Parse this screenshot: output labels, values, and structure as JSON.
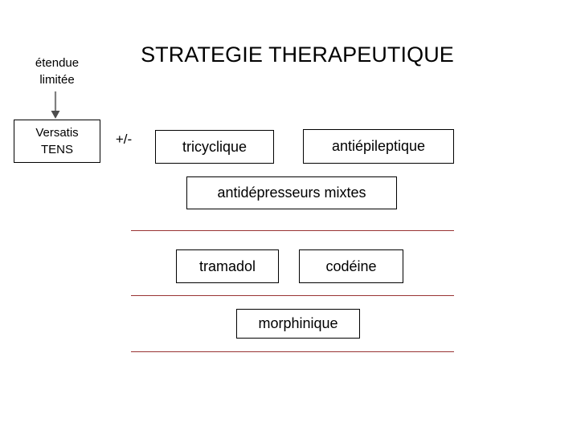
{
  "slide": {
    "title": "STRATEGIE THERAPEUTIQUE",
    "background_color": "#FFFFFF",
    "box_border_color": "#000000",
    "rule_color": "#993333",
    "arrow_color": "#808080"
  },
  "extent": {
    "label": "étendue\nlimitée",
    "line1": "étendue",
    "line2": "limitée",
    "arrow_icon": "arrow-down-icon"
  },
  "connector": {
    "plus_minus": "+/-"
  },
  "nodes": {
    "versatis": "Versatis\nTENS",
    "tricyclique": "tricyclique",
    "antiepileptique": "antiépileptique",
    "antidepresseurs_mixtes": "antidépresseurs mixtes",
    "tramadol": "tramadol",
    "codeine": "codéine",
    "morphinique": "morphinique"
  },
  "rules": {
    "rule_1": "",
    "rule_2": "",
    "rule_3": ""
  }
}
